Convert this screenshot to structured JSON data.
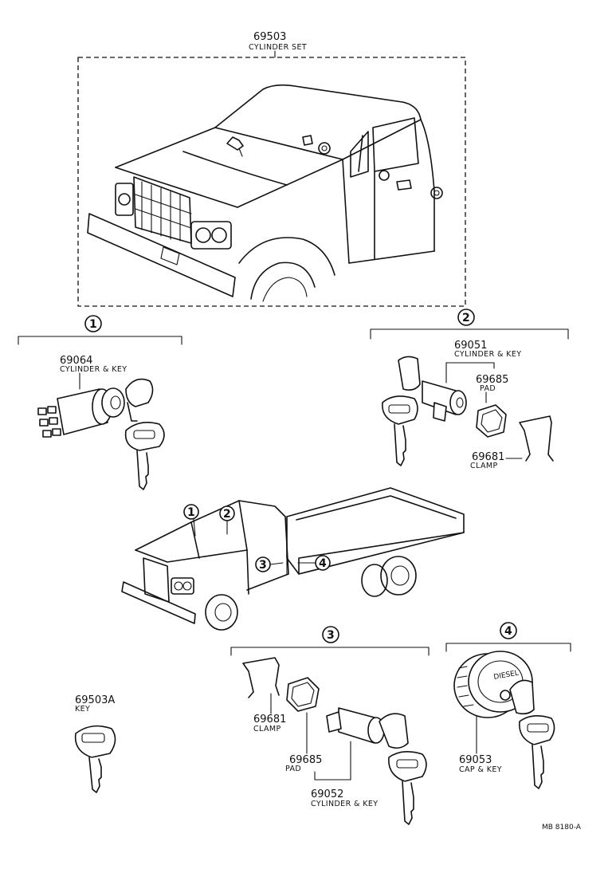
{
  "diagram": {
    "callouts": [
      "1",
      "2",
      "3",
      "4"
    ],
    "parts": {
      "cylinder_set": {
        "number": "69503",
        "name": "CYLINDER SET"
      },
      "cyl_key_1": {
        "number": "69064",
        "name": "CYLINDER & KEY"
      },
      "cyl_key_2": {
        "number": "69051",
        "name": "CYLINDER & KEY"
      },
      "pad_2": {
        "number": "69685",
        "name": "PAD"
      },
      "clamp_2": {
        "number": "69681",
        "name": "CLAMP"
      },
      "key": {
        "number": "69503A",
        "name": "KEY"
      },
      "clamp_3": {
        "number": "69681",
        "name": "CLAMP"
      },
      "pad_3": {
        "number": "69685",
        "name": "PAD"
      },
      "cyl_key_3": {
        "number": "69052",
        "name": "CYLINDER & KEY"
      },
      "cap_key_4": {
        "number": "69053",
        "name": "CAP & KEY"
      }
    },
    "cap_marking": "DIESEL",
    "drawing_code": "MB 8180-A"
  }
}
